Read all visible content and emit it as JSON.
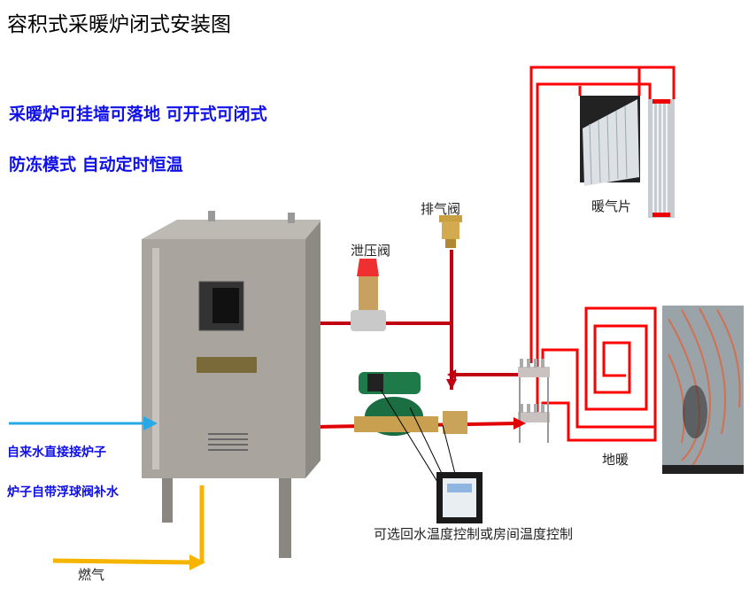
{
  "title": "容积式采暖炉闭式安装图",
  "features": [
    "采暖炉可挂墙可落地  可开式可闭式",
    "防冻模式  自动定时恒温"
  ],
  "labels": {
    "air_vent": "排气阀",
    "relief_valve": "泄压阀",
    "radiator": "暖气片",
    "floor_heating": "地暖",
    "controller": "可选回水温度控制或房间温度控制",
    "water_inlet": "自来水直接接炉子",
    "float_valve": "炉子自带浮球阀补水",
    "gas": "燃气"
  },
  "colors": {
    "pipe": "#e00000",
    "dark_pipe": "#c00010",
    "water": "#29a8e8",
    "gas": "#f5b400",
    "text_blue": "#1010e8"
  }
}
